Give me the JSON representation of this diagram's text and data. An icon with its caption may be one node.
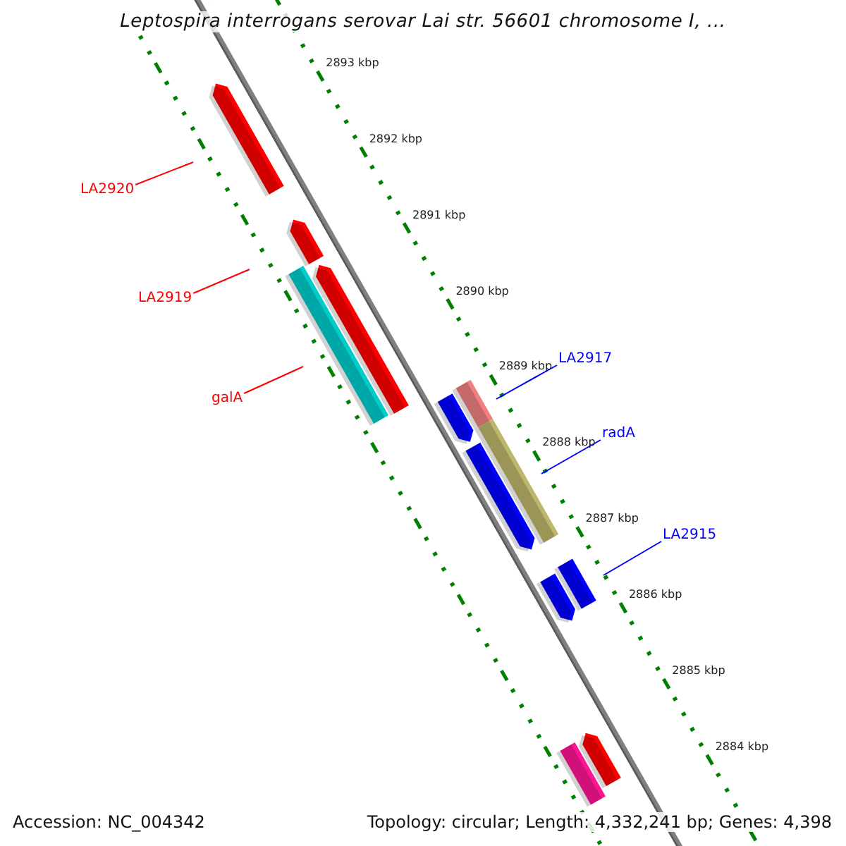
{
  "diagram": {
    "title": "Leptospira interrogans serovar Lai str. 56601 chromosome I, ...",
    "nodes": [
      {
        "text": [
          "LA2920"
        ]
      },
      {
        "text": [
          "LA2919"
        ]
      },
      {
        "text": [
          "galA"
        ]
      },
      {
        "text": [
          "LA2917"
        ]
      },
      {
        "text": [
          "radA"
        ]
      },
      {
        "text": [
          "LA2915"
        ]
      }
    ],
    "edges": [
      {
        "from": 0,
        "to": null,
        "arrow": "none",
        "color": "#ff0000"
      },
      {
        "from": 1,
        "to": null,
        "arrow": "none",
        "color": "#ff0000"
      },
      {
        "from": 2,
        "to": null,
        "arrow": "none",
        "color": "#ff0000"
      },
      {
        "from": 3,
        "to": null,
        "arrow": "none",
        "color": "#0000ff"
      },
      {
        "from": 4,
        "to": null,
        "arrow": "none",
        "color": "#0000ff"
      },
      {
        "from": 5,
        "to": null,
        "arrow": "none",
        "color": "#0000ff"
      }
    ],
    "labels": [
      "2893 kbp",
      "2892 kbp",
      "2891 kbp",
      "2890 kbp",
      "2889 kbp",
      "2888 kbp",
      "2887 kbp",
      "2886 kbp",
      "2885 kbp",
      "2884 kbp",
      "Accession: NC_004342",
      "Topology: circular; Length: 4,332,241 bp; Genes: 4,398"
    ]
  }
}
